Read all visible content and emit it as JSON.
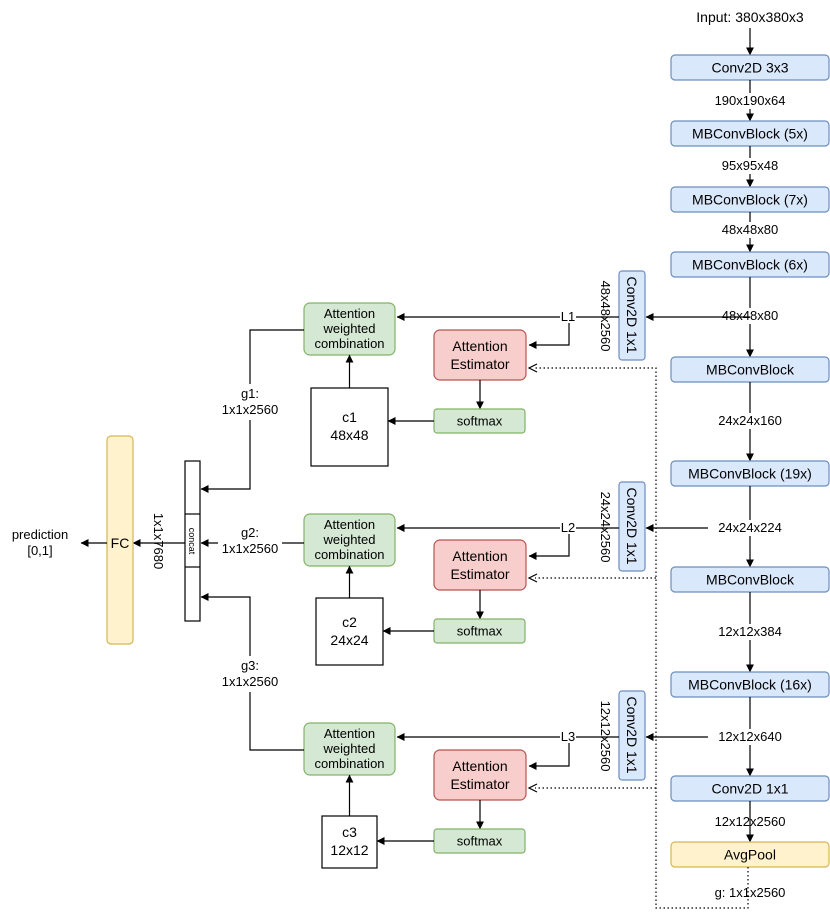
{
  "input_label": "Input: 380x380x3",
  "backbone": {
    "conv_stem": "Conv2D 3x3",
    "mb5": "MBConvBlock (5x)",
    "mb7": "MBConvBlock (7x)",
    "mb6": "MBConvBlock (6x)",
    "mb_a": "MBConvBlock",
    "mb19": "MBConvBlock (19x)",
    "mb_b": "MBConvBlock",
    "mb16": "MBConvBlock (16x)",
    "conv_head": "Conv2D 1x1",
    "avgpool": "AvgPool"
  },
  "shapes": {
    "s1": "190x190x64",
    "s2": "95x95x48",
    "s3": "48x48x80",
    "s4": "48x48x80",
    "s5": "24x24x160",
    "s6": "24x24x224",
    "s7": "12x12x384",
    "s8": "12x12x640",
    "s9": "12x12x2560",
    "g": "g: 1x1x2560"
  },
  "branches": [
    {
      "conv": "Conv2D 1x1",
      "conv_out": "48x48x2560",
      "l": "L1",
      "c": [
        "c1",
        "48x48"
      ],
      "g": [
        "g1:",
        "1x1x2560"
      ]
    },
    {
      "conv": "Conv2D 1x1",
      "conv_out": "24x24x2560",
      "l": "L2",
      "c": [
        "c2",
        "24x24"
      ],
      "g": [
        "g2:",
        "1x1x2560"
      ]
    },
    {
      "conv": "Conv2D 1x1",
      "conv_out": "12x12x2560",
      "l": "L3",
      "c": [
        "c3",
        "12x12"
      ],
      "g": [
        "g3:",
        "1x1x2560"
      ]
    }
  ],
  "attention": {
    "combination": [
      "Attention",
      "weighted",
      "combination"
    ],
    "estimator": [
      "Attention",
      "Estimator"
    ],
    "softmax": "softmax"
  },
  "concat": "concat",
  "concat_out": "1x1x7680",
  "fc": "FC",
  "prediction": [
    "prediction",
    "[0,1]"
  ]
}
